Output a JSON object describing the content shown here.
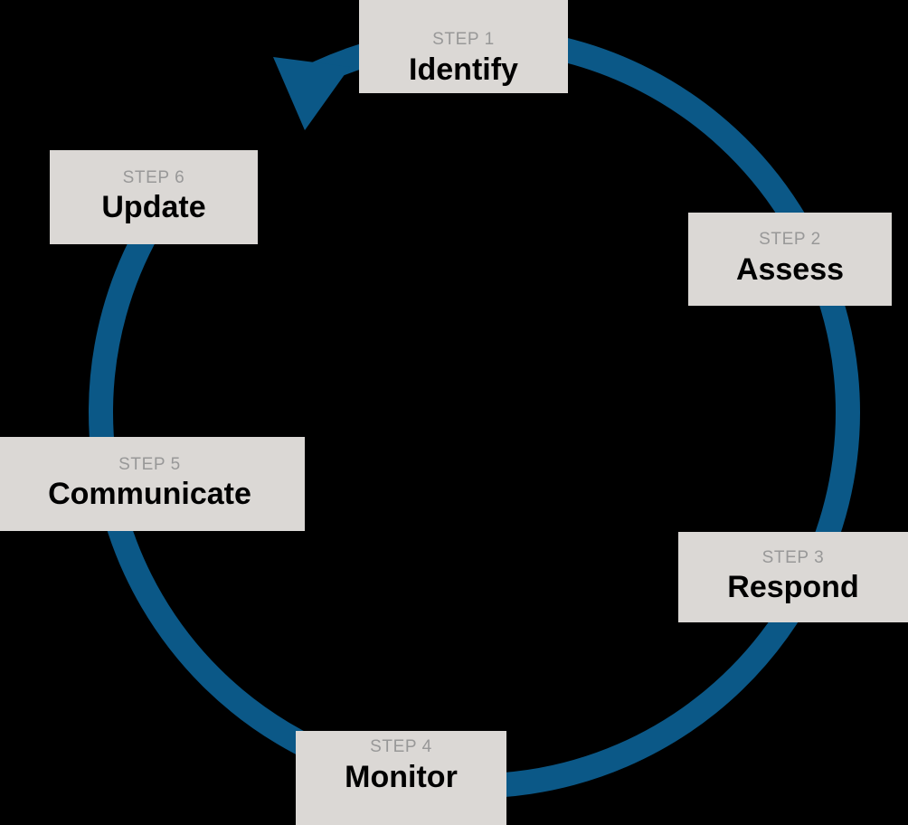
{
  "diagram": {
    "name": "six-step-cycle",
    "type": "circular-process",
    "background_color": "#000000",
    "accent_color": "#0b5887",
    "box_fill_color": "#dbd8d5",
    "kicker_color": "#989898",
    "title_color": "#000000",
    "arrow": {
      "name": "clockwise-cycle-arrow",
      "direction": "clockwise",
      "head_position": "top-left-pointing-up-right",
      "color": "#0b5887",
      "stroke_width": 27
    },
    "steps": [
      {
        "kicker": "STEP 1",
        "title": "Identify",
        "position": "top"
      },
      {
        "kicker": "STEP 2",
        "title": "Assess",
        "position": "upper-right"
      },
      {
        "kicker": "STEP 3",
        "title": "Respond",
        "position": "lower-right"
      },
      {
        "kicker": "STEP 4",
        "title": "Monitor",
        "position": "bottom"
      },
      {
        "kicker": "STEP 5",
        "title": "Communicate",
        "position": "lower-left"
      },
      {
        "kicker": "STEP 6",
        "title": "Update",
        "position": "upper-left"
      }
    ]
  }
}
